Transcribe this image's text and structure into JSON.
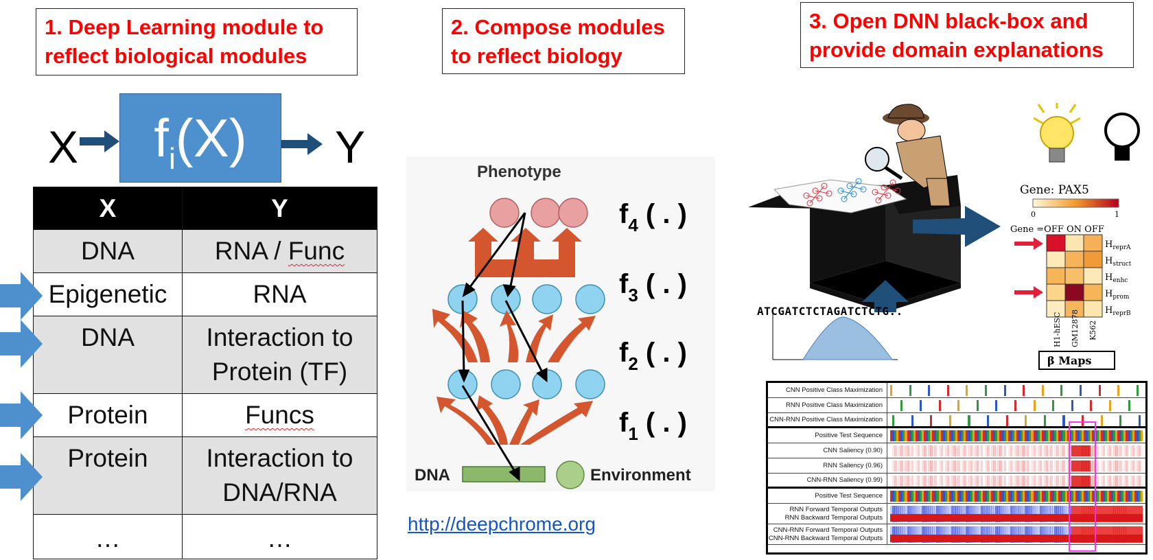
{
  "headings": {
    "h1": "1. Deep Learning module to\nreflect biological modules",
    "h2": "2. Compose modules\nto reflect biology",
    "h3": "3. Open DNN black-box and\nprovide domain explanations"
  },
  "module": {
    "input": "X",
    "output": "Y",
    "func": "f",
    "func_sub": "i",
    "func_arg": "(X)"
  },
  "table": {
    "headers": [
      "X",
      "Y"
    ],
    "rows": [
      {
        "x": "DNA",
        "y": "RNA / Func"
      },
      {
        "x": "Epigenetic",
        "y": "RNA"
      },
      {
        "x": "DNA",
        "y": "Interaction to\nProtein (TF)"
      },
      {
        "x": "Protein",
        "y": "Funcs"
      },
      {
        "x": "Protein",
        "y": "Interaction to\nDNA/RNA"
      },
      {
        "x": "…",
        "y": "…"
      }
    ]
  },
  "compose": {
    "phenotype": "Phenotype",
    "dna": "DNA",
    "environment": "Environment",
    "f_labels": [
      {
        "f": "f",
        "sub": "4",
        "arg": "( . )"
      },
      {
        "f": "f",
        "sub": "3",
        "arg": "( . )"
      },
      {
        "f": "f",
        "sub": "2",
        "arg": "( . )"
      },
      {
        "f": "f",
        "sub": "1",
        "arg": "( . )"
      }
    ],
    "link": "http://deepchrome.org"
  },
  "explain": {
    "sequence": "ATCGATCTCTAGATCTCTG..",
    "gene_title": "Gene: PAX5",
    "scale_min": "0",
    "scale_max": "1",
    "gene_state": "Gene =OFF ON OFF",
    "row_labels": [
      {
        "h": "H",
        "sub": "reprA"
      },
      {
        "h": "H",
        "sub": "struct"
      },
      {
        "h": "H",
        "sub": "enhc"
      },
      {
        "h": "H",
        "sub": "prom"
      },
      {
        "h": "H",
        "sub": "reprB"
      }
    ],
    "col_labels": [
      "H1-hESC",
      "GM12878",
      "K562"
    ],
    "maps_label": "β Maps",
    "saliency_rows": [
      "CNN Positive Class Maximization",
      "RNN Positive Class Maximization",
      "CNN-RNN Positive Class Maximization",
      "Positive Test Sequence",
      "CNN Saliency (0.90)",
      "RNN Saliency (0.96)",
      "CNN-RNN Saliency (0.99)",
      "Positive Test Sequence",
      "RNN Forward Temporal Outputs\nRNN Backward Temporal Outputs",
      "CNN-RNN Forward Temporal Outputs\nCNN-RNN Backward Temporal Outputs"
    ]
  },
  "colors": {
    "heading_red": "#ff0000",
    "module_blue": "#4e8fce",
    "arrow_navy": "#1f4e79",
    "arrow_orange": "#d4562e",
    "node_pink": "#e8a0a0",
    "node_cyan": "#8fd3f0",
    "link_blue": "#1155cc"
  }
}
